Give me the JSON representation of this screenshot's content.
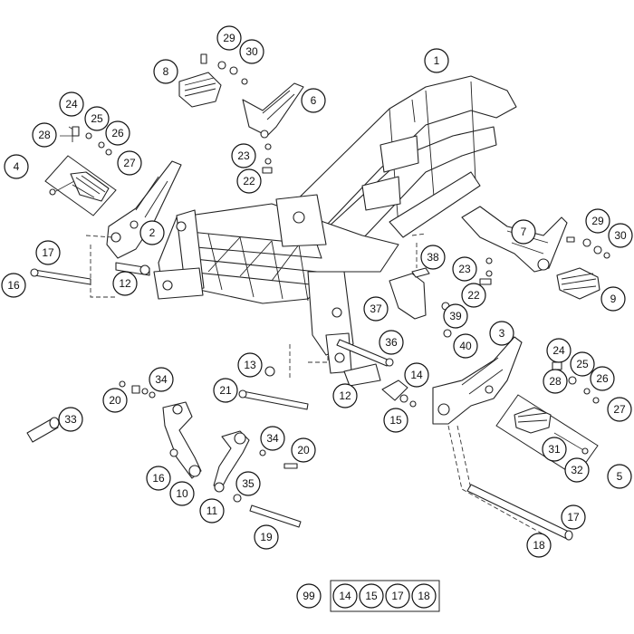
{
  "callouts": {
    "c1": "1",
    "c2": "2",
    "c3": "3",
    "c4": "4",
    "c5": "5",
    "c6": "6",
    "c7": "7",
    "c8": "8",
    "c9": "9",
    "c10": "10",
    "c11": "11",
    "c12a": "12",
    "c12b": "12",
    "c13": "13",
    "c14": "14",
    "c15": "15",
    "c16a": "16",
    "c16b": "16",
    "c17a": "17",
    "c17b": "17",
    "c18": "18",
    "c19": "19",
    "c20a": "20",
    "c20b": "20",
    "c21": "21",
    "c22a": "22",
    "c22b": "22",
    "c23a": "23",
    "c23b": "23",
    "c24a": "24",
    "c24b": "24",
    "c25a": "25",
    "c25b": "25",
    "c26a": "26",
    "c26b": "26",
    "c27a": "27",
    "c27b": "27",
    "c28a": "28",
    "c28b": "28",
    "c29a": "29",
    "c29b": "29",
    "c30a": "30",
    "c30b": "30",
    "c31": "31",
    "c32": "32",
    "c33": "33",
    "c34a": "34",
    "c34b": "34",
    "c35": "35",
    "c36": "36",
    "c37": "37",
    "c38": "38",
    "c39": "39",
    "c40": "40"
  },
  "kit": {
    "label": "99",
    "items": [
      "14",
      "15",
      "17",
      "18"
    ]
  }
}
